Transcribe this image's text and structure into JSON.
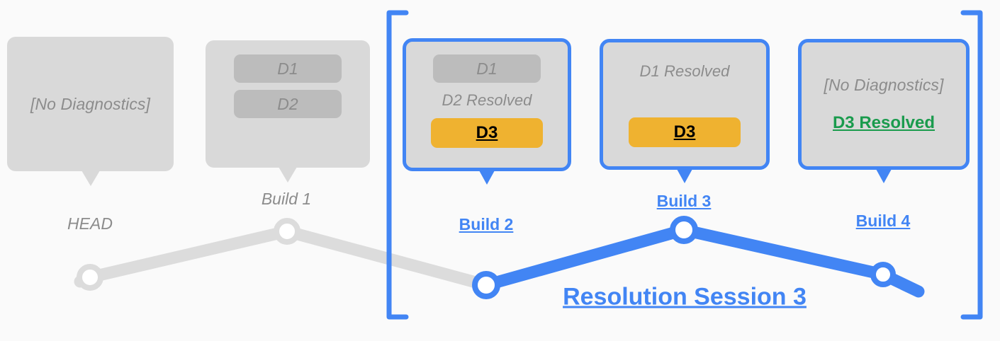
{
  "diagram": {
    "title": "Resolution Session 3",
    "background_color": "#fafafa",
    "accent_color": "#4285f4",
    "warning_color": "#efb230",
    "resolved_color": "#1a9b4d",
    "muted_color": "#8c8c8c"
  },
  "commits": [
    {
      "id": "head",
      "caption": "HEAD",
      "caption_style": "gray",
      "in_session": false,
      "card": {
        "empty_label": "[No Diagnostics]",
        "diagnostics": [],
        "resolved": [],
        "new_diagnostic": null
      }
    },
    {
      "id": "build-1",
      "caption": "Build 1",
      "caption_style": "gray",
      "in_session": false,
      "card": {
        "empty_label": null,
        "diagnostics": [
          "D1",
          "D2"
        ],
        "resolved": [],
        "new_diagnostic": null
      }
    },
    {
      "id": "build-2",
      "caption": "Build 2",
      "caption_style": "blue",
      "in_session": true,
      "card": {
        "empty_label": null,
        "diagnostics": [
          "D1"
        ],
        "resolved": [
          "D2 Resolved"
        ],
        "new_diagnostic": "D3"
      }
    },
    {
      "id": "build-3",
      "caption": "Build 3",
      "caption_style": "blue",
      "in_session": true,
      "card": {
        "empty_label": null,
        "diagnostics": [],
        "resolved": [
          "D1 Resolved"
        ],
        "new_diagnostic": "D3"
      }
    },
    {
      "id": "build-4",
      "caption": "Build 4",
      "caption_style": "blue",
      "in_session": true,
      "card": {
        "empty_label": "[No Diagnostics]",
        "diagnostics": [],
        "resolved": [],
        "new_diagnostic": null,
        "resolved_green": "D3 Resolved"
      }
    }
  ],
  "cards": {
    "head": {
      "no_diagnostics": "[No Diagnostics]"
    },
    "build1": {
      "d1": "D1",
      "d2": "D2"
    },
    "build2": {
      "d1": "D1",
      "d2_resolved": "D2 Resolved",
      "d3": "D3"
    },
    "build3": {
      "d1_resolved": "D1 Resolved",
      "d3": "D3"
    },
    "build4": {
      "no_diagnostics": "[No Diagnostics]",
      "d3_resolved": "D3 Resolved"
    }
  },
  "captions": {
    "head": "HEAD",
    "build1": "Build 1",
    "build2": "Build 2",
    "build3": "Build 3",
    "build4": "Build 4"
  }
}
